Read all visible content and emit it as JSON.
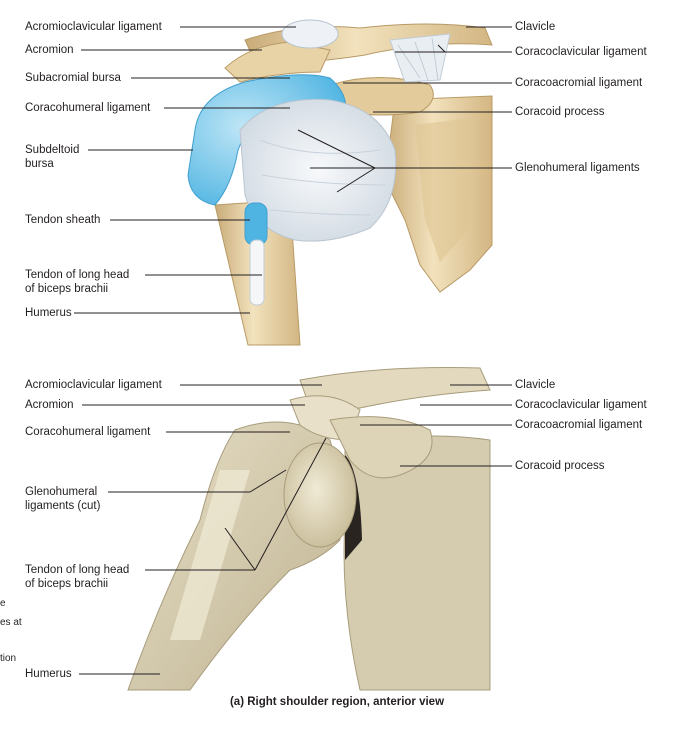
{
  "top_labels": {
    "left": [
      "Acromioclavicular ligament",
      "Acromion",
      "Subacromial bursa",
      "Coracohumeral ligament",
      "Subdeltoid\nbursa",
      "Tendon sheath",
      "Tendon of long head\nof biceps brachii",
      "Humerus"
    ],
    "right": [
      "Clavicle",
      "Coracoclavicular ligament",
      "Coracoacromial ligament",
      "Coracoid process",
      "Glenohumeral ligaments"
    ]
  },
  "bottom_labels": {
    "left": [
      "Acromioclavicular ligament",
      "Acromion",
      "Coracohumeral ligament",
      "Glenohumeral\nligaments (cut)",
      "Tendon of long head\nof biceps brachii",
      "Humerus"
    ],
    "right": [
      "Clavicle",
      "Coracoclavicular ligament",
      "Coracoacromial ligament",
      "Coracoid process"
    ]
  },
  "edge_fragments": [
    "e",
    "es at",
    "tion"
  ],
  "caption": "(a) Right shoulder region, anterior view",
  "colors": {
    "bone": "#ecd9b0",
    "bone_shadow": "#c9ab78",
    "bursa": "#6cc4ea",
    "bursa_light": "#bfe6f6",
    "ligament": "#e9eef3",
    "cadaver": "#d8cfb5",
    "cadaver_dark": "#2a2420",
    "leader": "#231f20"
  },
  "icons": [
    "illustration-top",
    "photo-bottom"
  ]
}
